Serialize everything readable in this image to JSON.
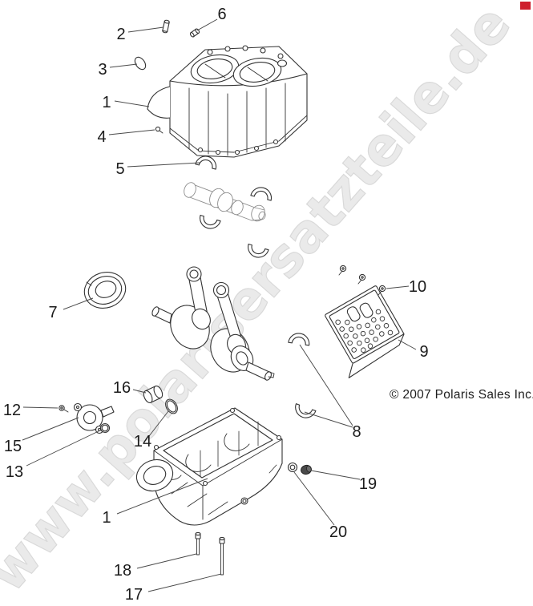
{
  "watermark": {
    "text": "www.polarisersatzteile.de",
    "color": "#eaeaea"
  },
  "copyright": {
    "text": "© 2007 Polaris Sales Inc."
  },
  "corner_marker": {
    "color": "#ce1f2d"
  },
  "callouts": {
    "upper_crankcase": "1",
    "dowel_pin": "2",
    "oring_small": "3",
    "front_screw": "4",
    "top_bearing_shell": "5",
    "top_pin": "6",
    "oil_seal": "7",
    "crank_bearing_shells": "8",
    "baffle_plate": "9",
    "baffle_screws": "10",
    "pump_screw": "12",
    "pump_oring": "13",
    "retaining_ring": "14",
    "oil_pump": "15",
    "bushing": "16",
    "long_bolt": "17",
    "short_bolt": "18",
    "oil_plug": "19",
    "sealing_washer": "20",
    "lower_crankcase": "1"
  }
}
